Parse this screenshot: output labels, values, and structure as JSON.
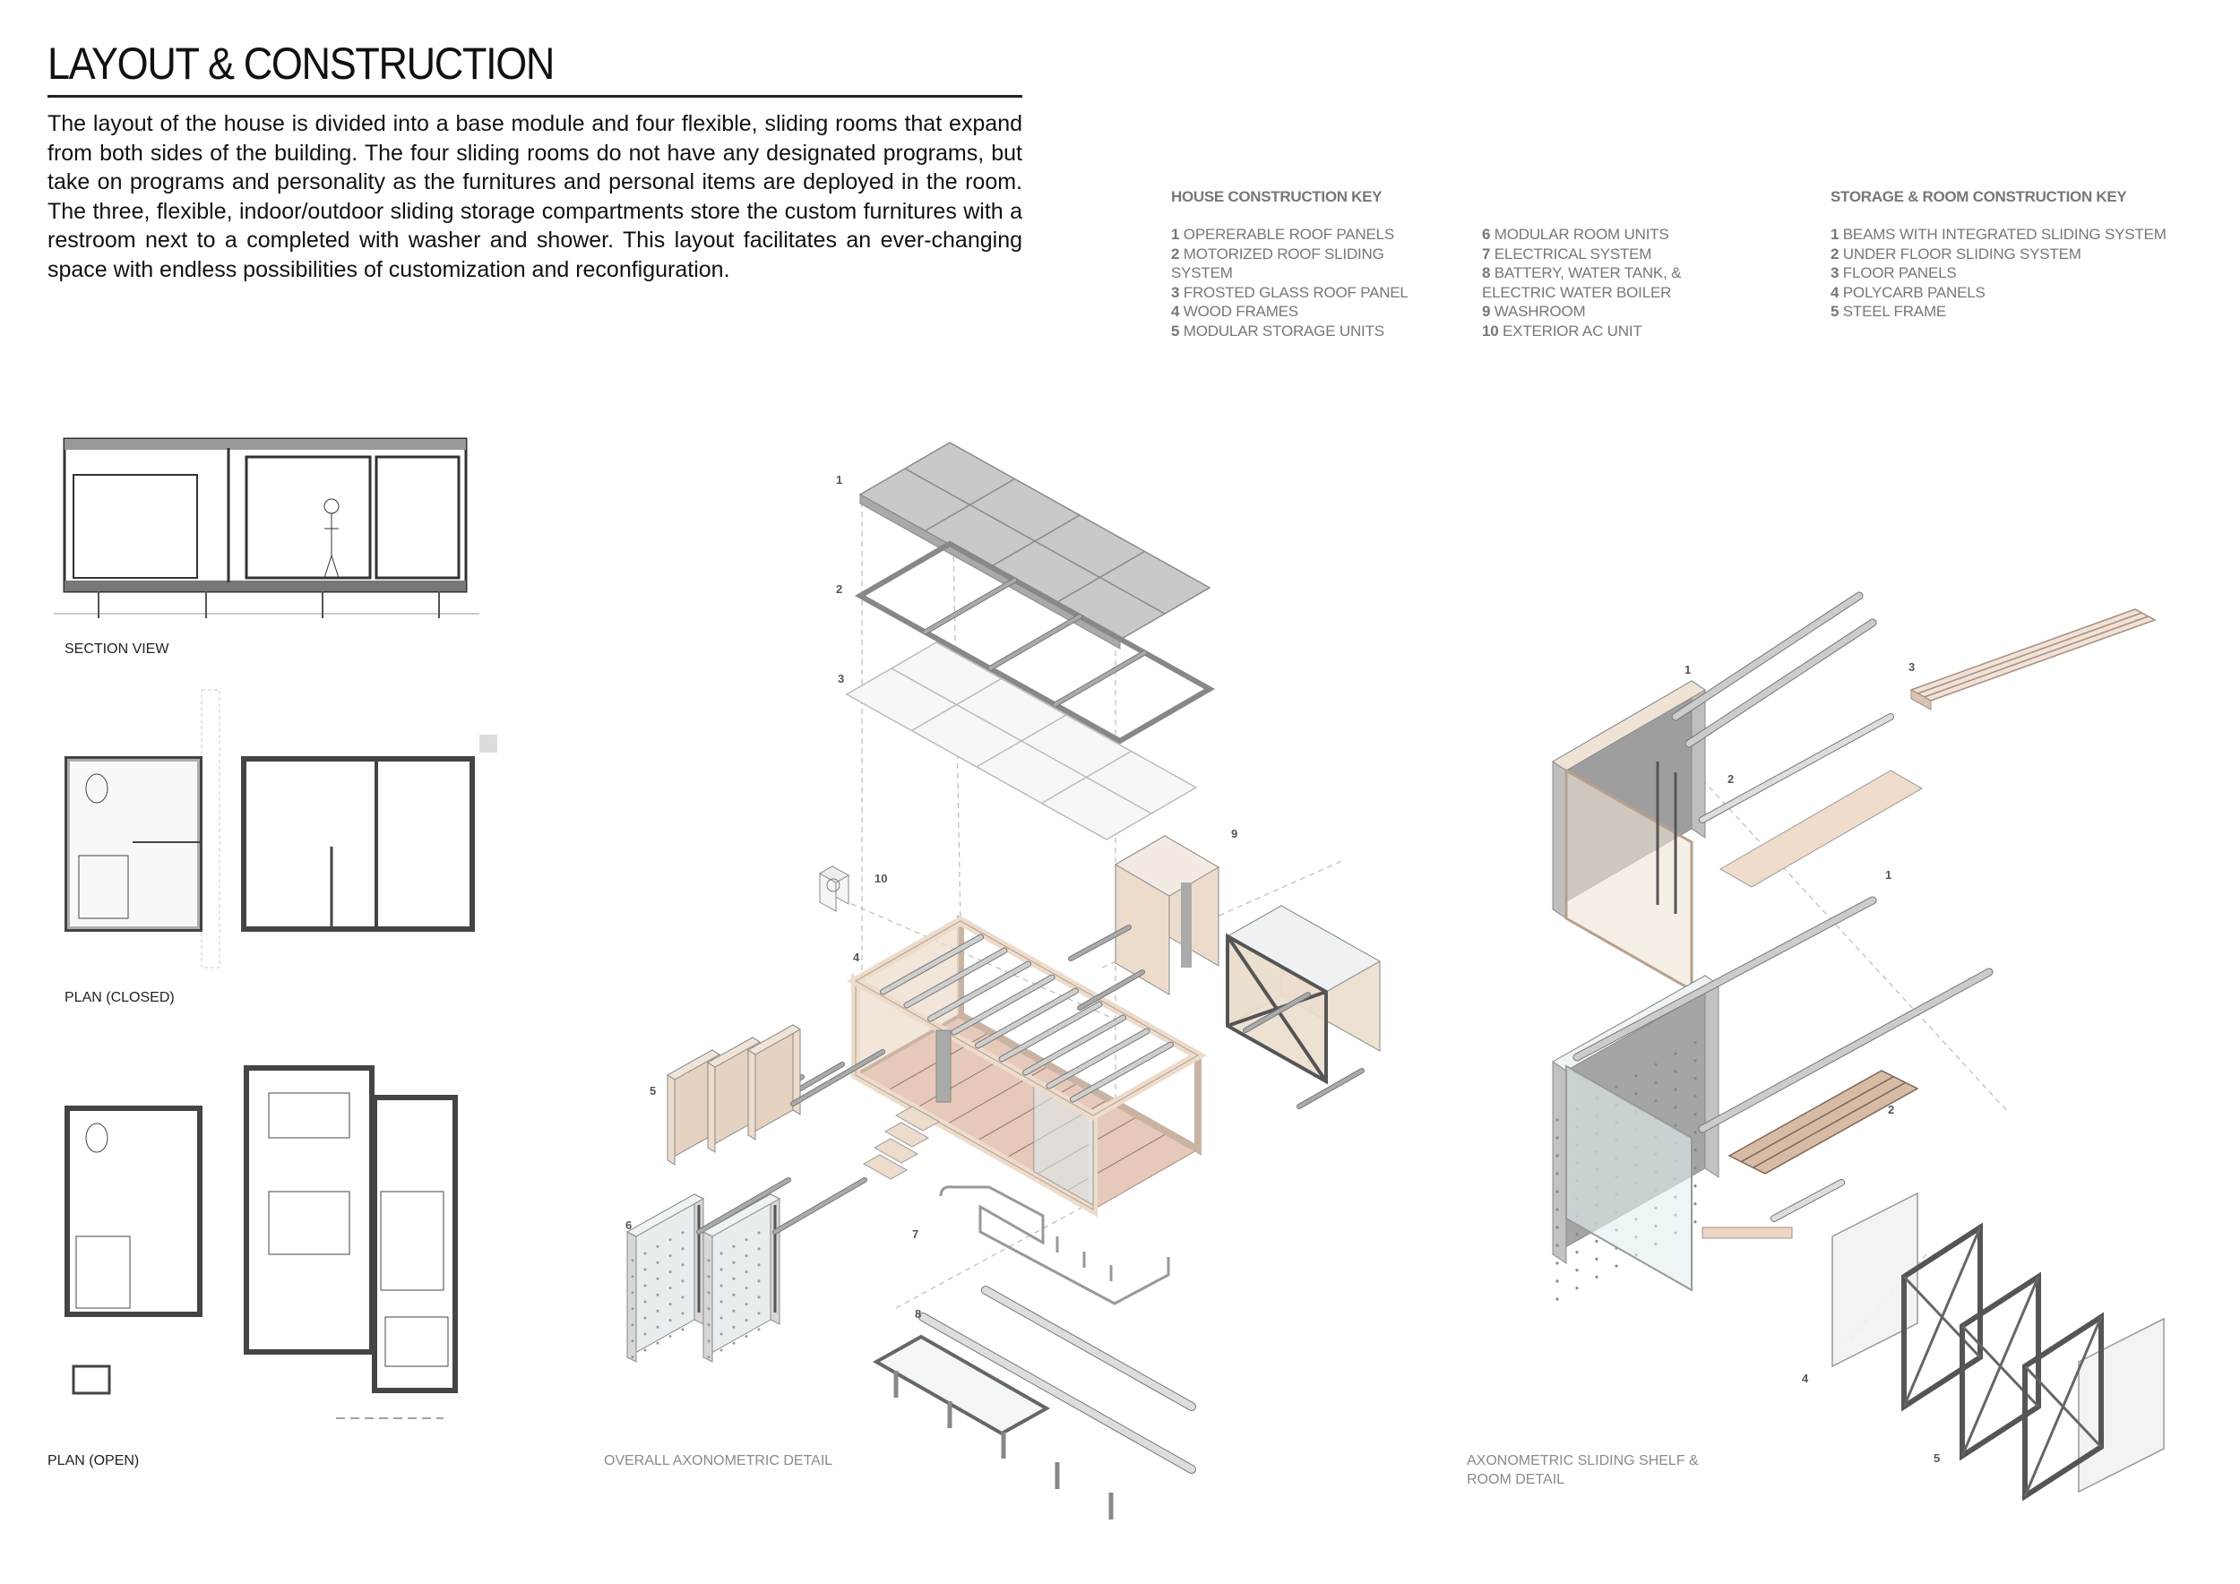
{
  "header": {
    "title": "LAYOUT & CONSTRUCTION",
    "intro": "The layout of the house is divided into a base module and four flexible, sliding rooms that expand from both sides of the building. The four sliding rooms do not have any designated programs, but take on programs and personality as the furnitures and personal items are deployed in the room. The three, flexible, indoor/outdoor sliding storage compartments store the custom furnitures with a restroom next to a completed with washer and shower. This layout facilitates an ever-changing space with endless possibilities of customization and reconfiguration."
  },
  "house_key": {
    "title": "HOUSE CONSTRUCTION KEY",
    "col1": [
      {
        "n": "1",
        "label": "OPERERABLE ROOF PANELS"
      },
      {
        "n": "2",
        "label": "MOTORIZED ROOF SLIDING SYSTEM"
      },
      {
        "n": "3",
        "label": "FROSTED GLASS ROOF PANEL"
      },
      {
        "n": "4",
        "label": "WOOD FRAMES"
      },
      {
        "n": "5",
        "label": "MODULAR STORAGE UNITS"
      }
    ],
    "col2": [
      {
        "n": "6",
        "label": "MODULAR ROOM UNITS"
      },
      {
        "n": "7",
        "label": "ELECTRICAL SYSTEM"
      },
      {
        "n": "8",
        "label": "BATTERY, WATER TANK, & ELECTRIC WATER BOILER"
      },
      {
        "n": "9",
        "label": "WASHROOM"
      },
      {
        "n": "10",
        "label": "EXTERIOR AC UNIT"
      }
    ]
  },
  "storage_key": {
    "title": "STORAGE & ROOM CONSTRUCTION KEY",
    "items": [
      {
        "n": "1",
        "label": "BEAMS WITH INTEGRATED SLIDING SYSTEM"
      },
      {
        "n": "2",
        "label": "UNDER FLOOR SLIDING SYSTEM"
      },
      {
        "n": "3",
        "label": "FLOOR PANELS"
      },
      {
        "n": "4",
        "label": "POLYCARB PANELS"
      },
      {
        "n": "5",
        "label": "STEEL FRAME"
      }
    ]
  },
  "captions": {
    "section": "SECTION VIEW",
    "plan_closed": "PLAN (CLOSED)",
    "plan_open": "PLAN (OPEN)",
    "overall_axon": "OVERALL AXONOMETRIC DETAIL",
    "sliding_axon": "AXONOMETRIC SLIDING SHELF & ROOM DETAIL"
  },
  "axon_labels": [
    "1",
    "2",
    "3",
    "10",
    "9",
    "4",
    "5",
    "6",
    "7",
    "8"
  ],
  "detail_labels": [
    "1",
    "3",
    "2",
    "1",
    "2",
    "4",
    "5"
  ],
  "colors": {
    "wood": "#eddccb",
    "wood_floor": "#e6c9b8",
    "roof": "#c9c9c9",
    "steel": "#8d8d8d",
    "glass": "#e4eef0"
  }
}
